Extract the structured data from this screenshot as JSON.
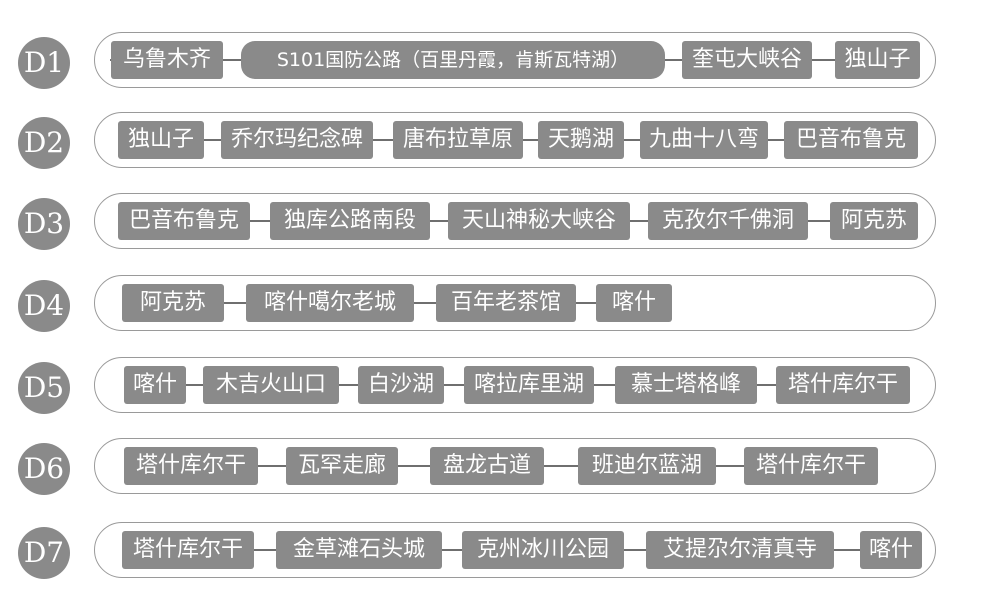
{
  "days": [
    {
      "label": "D1",
      "stops": [
        "乌鲁木齐",
        "S101国防公路（百里丹霞，肯斯瓦特湖）",
        "奎屯大峡谷",
        "独山子"
      ]
    },
    {
      "label": "D2",
      "stops": [
        "独山子",
        "乔尔玛纪念碑",
        "唐布拉草原",
        "天鹅湖",
        "九曲十八弯",
        "巴音布鲁克"
      ]
    },
    {
      "label": "D3",
      "stops": [
        "巴音布鲁克",
        "独库公路南段",
        "天山神秘大峡谷",
        "克孜尔千佛洞",
        "阿克苏"
      ]
    },
    {
      "label": "D4",
      "stops": [
        "阿克苏",
        "喀什噶尔老城",
        "百年老茶馆",
        "喀什"
      ]
    },
    {
      "label": "D5",
      "stops": [
        "喀什",
        "木吉火山口",
        "白沙湖",
        "喀拉库里湖",
        "慕士塔格峰",
        "塔什库尔干"
      ]
    },
    {
      "label": "D6",
      "stops": [
        "塔什库尔干",
        "瓦罕走廊",
        "盘龙古道",
        "班迪尔蓝湖",
        "塔什库尔干"
      ]
    },
    {
      "label": "D7",
      "stops": [
        "塔什库尔干",
        "金草滩石头城",
        "克州冰川公园",
        "艾提尕尔清真寺",
        "喀什"
      ]
    }
  ]
}
